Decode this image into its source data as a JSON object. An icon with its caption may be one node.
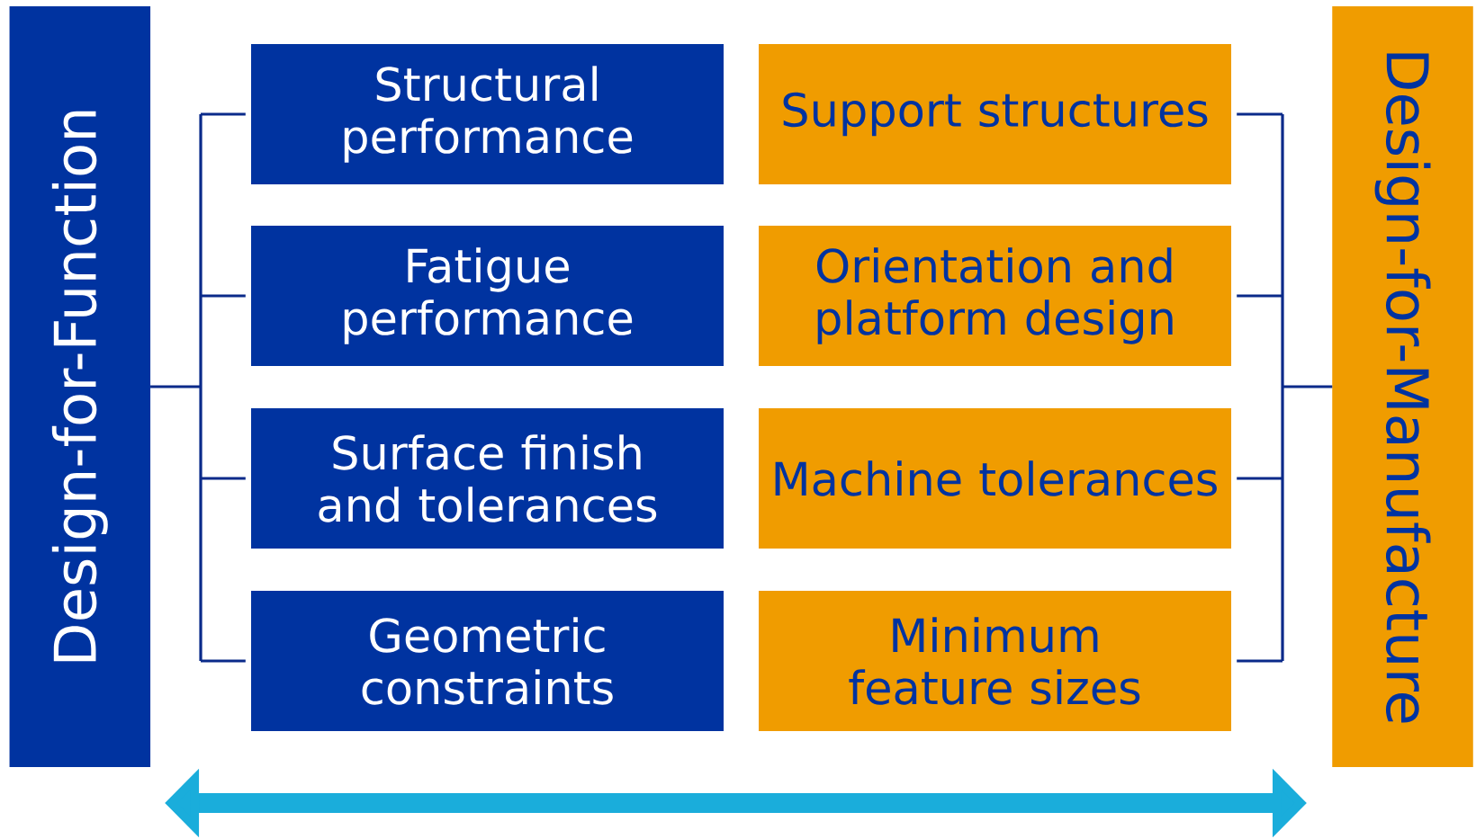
{
  "diagram": {
    "nodes": [
      {
        "text": [
          "Design-for-Function"
        ]
      },
      {
        "text": [
          "Structural performance"
        ]
      },
      {
        "text": [
          "Support structures"
        ]
      },
      {
        "text": [
          "Fatigue performance"
        ]
      },
      {
        "text": [
          "Orientation and platform design"
        ]
      },
      {
        "text": [
          "Surface finish and tolerances"
        ]
      },
      {
        "text": [
          "Machine tolerances"
        ]
      },
      {
        "text": [
          "Geometric constraints"
        ]
      },
      {
        "text": [
          "Minimum feature sizes"
        ]
      },
      {
        "text": [
          "Design-for-Manufacture"
        ]
      }
    ],
    "edges": [
      {
        "from": 0,
        "to": 1,
        "arrow": "none"
      },
      {
        "from": 0,
        "to": 3,
        "arrow": "none"
      },
      {
        "from": 0,
        "to": 5,
        "arrow": "none"
      },
      {
        "from": 0,
        "to": 7,
        "arrow": "none"
      },
      {
        "from": 9,
        "to": 2,
        "arrow": "none"
      },
      {
        "from": 9,
        "to": 4,
        "arrow": "none"
      },
      {
        "from": 9,
        "to": 6,
        "arrow": "none"
      },
      {
        "from": 9,
        "to": 8,
        "arrow": "none"
      },
      {
        "from": 0,
        "to": 9,
        "arrow": "both",
        "style": "thick",
        "color": "#1aaddb"
      }
    ]
  }
}
